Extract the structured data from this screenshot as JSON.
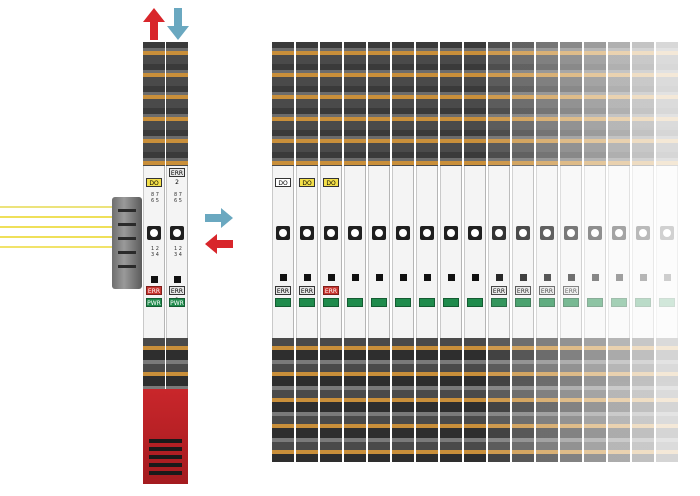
{
  "colors": {
    "arrow_red": "#d8262b",
    "arrow_blue": "#6aa8c0",
    "fiber_yellow": "#efe05a",
    "module_gray": "#5c5c5c",
    "extension_red": "#c9262b",
    "label_yellow": "#f4e04a",
    "label_red": "#c9352f",
    "label_green": "#1f8b4c"
  },
  "left_station": {
    "module_a": {
      "top_label": "DO",
      "bottom_label": "ERR",
      "digits_top": "8 7 6 5",
      "digits_bottom": "1 2 3 4",
      "status": "PWR"
    },
    "module_b": {
      "top_label": "ERR 2",
      "bottom_label": "ERR 1",
      "digits_top": "8 7 6 5",
      "digits_bottom": "1 2 3 4",
      "status": "PWR"
    }
  },
  "right_modules": [
    {
      "top_label": "DO",
      "bottom_label": "ERR"
    },
    {
      "top_label": "DO",
      "bottom_label": "ERR"
    },
    {
      "top_label": "DO",
      "bottom_label": "ERR"
    },
    {
      "top_label": "",
      "bottom_label": ""
    },
    {
      "top_label": "",
      "bottom_label": ""
    },
    {
      "top_label": "",
      "bottom_label": ""
    },
    {
      "top_label": "",
      "bottom_label": ""
    },
    {
      "top_label": "",
      "bottom_label": ""
    },
    {
      "top_label": "",
      "bottom_label": ""
    },
    {
      "top_label": "",
      "bottom_label": "ERR"
    },
    {
      "top_label": "",
      "bottom_label": "ERR"
    },
    {
      "top_label": "",
      "bottom_label": "ERR"
    },
    {
      "top_label": "",
      "bottom_label": "ERR"
    },
    {
      "top_label": "",
      "bottom_label": ""
    },
    {
      "top_label": "",
      "bottom_label": ""
    },
    {
      "top_label": "",
      "bottom_label": ""
    },
    {
      "top_label": "",
      "bottom_label": ""
    }
  ]
}
